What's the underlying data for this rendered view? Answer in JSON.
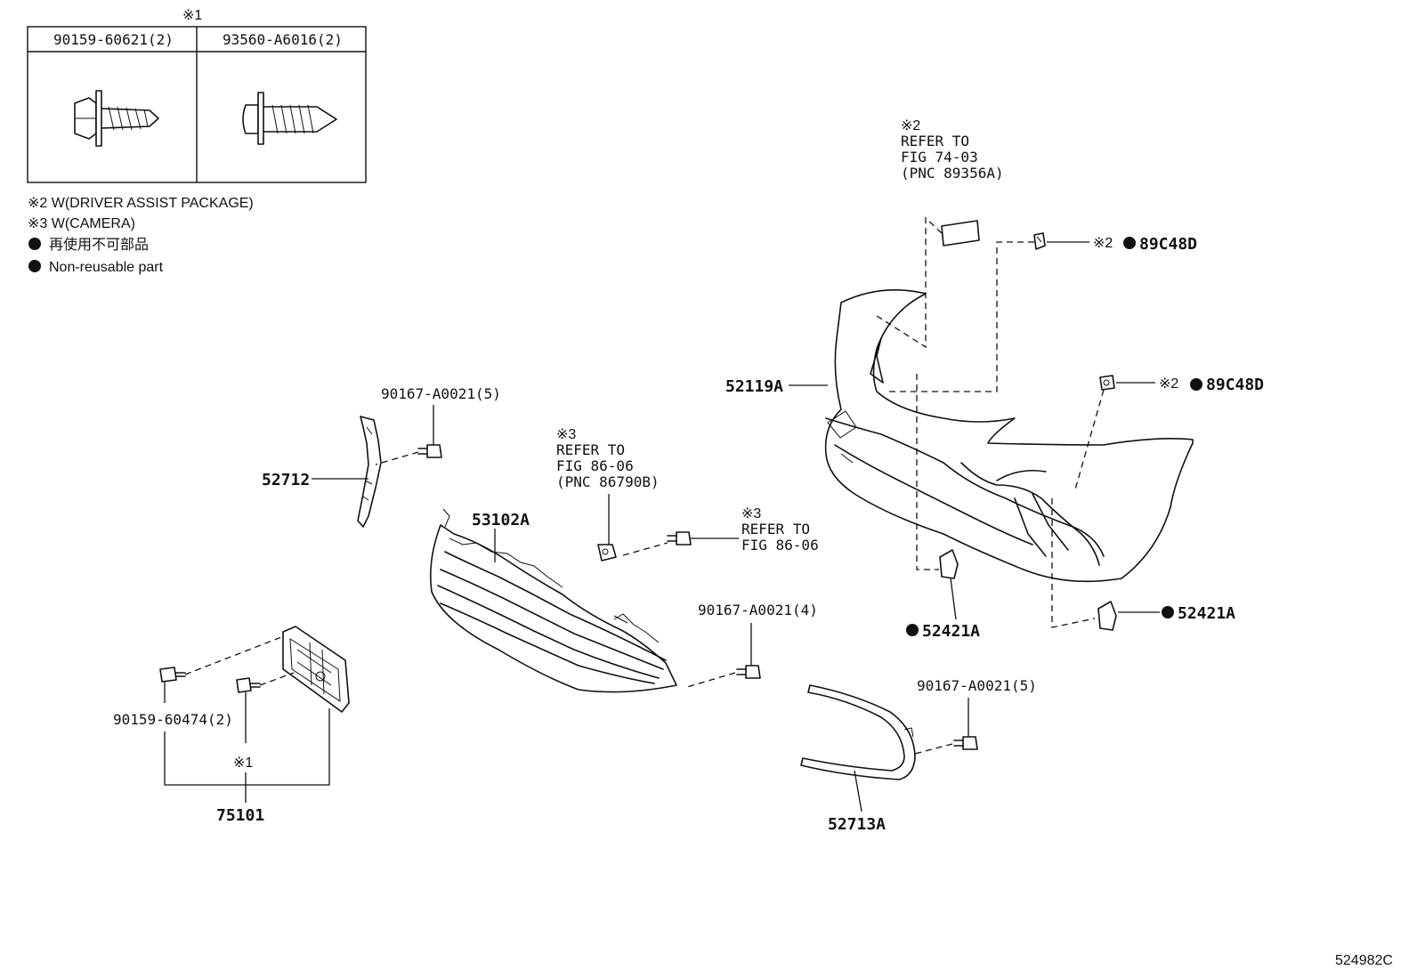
{
  "legend_box": {
    "header_mark": "※1",
    "col1_part": "90159-60621(2)",
    "col2_part": "93560-A6016(2)"
  },
  "notes": {
    "note2": "※2 W(DRIVER ASSIST PACKAGE)",
    "note3": "※3 W(CAMERA)",
    "non_reusable_jp": "再使用不可部品",
    "non_reusable_en": "Non-reusable part"
  },
  "refs": {
    "ref_mark2": "※2",
    "ref_mark3": "※3",
    "ref_mark3b": "※3",
    "mark2_a": "※2",
    "mark2_b": "※2",
    "mark1": "※1",
    "refer_to": "REFER TO",
    "fig_7403": "FIG 74-03",
    "pnc_89356a": "(PNC 89356A)",
    "refer_to_b": "REFER TO",
    "fig_8606": "FIG 86-06",
    "pnc_86790b": "(PNC 86790B)",
    "refer_to_c": "REFER TO",
    "fig_8606_b": "FIG 86-06"
  },
  "labels": {
    "p52119a": "52119A",
    "p89c48d_a": "89C48D",
    "p89c48d_b": "89C48D",
    "p90167_5a": "90167-A0021(5)",
    "p52712": "52712",
    "p53102a": "53102A",
    "p90167_4": "90167-A0021(4)",
    "p52421a_a": "52421A",
    "p52421a_b": "52421A",
    "p90167_5b": "90167-A0021(5)",
    "p90159_60474": "90159-60474(2)",
    "p75101": "75101",
    "p52713a": "52713A"
  },
  "figure_id": "524982C"
}
